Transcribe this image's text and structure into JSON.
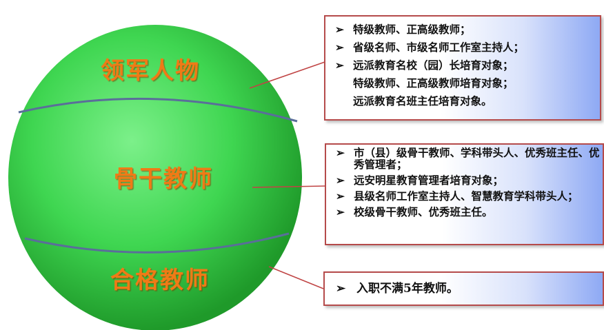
{
  "tiers": [
    {
      "label": "领军人物",
      "items": [
        {
          "text": "特级教师、正高级教师；",
          "bullet": true
        },
        {
          "text": "省级名师、市级名师工作室主持人；",
          "bullet": true
        },
        {
          "text": "远派教育名校（园）长培育对象；",
          "bullet": true
        },
        {
          "text": "特级教师、正高级教师培育对象；",
          "bullet": false
        },
        {
          "text": "远派教育名班主任培育对象。",
          "bullet": false
        }
      ]
    },
    {
      "label": "骨干教师",
      "items": [
        {
          "text": "市（县）级骨干教师、学科带头人、优秀班主任、优秀管理者；",
          "bullet": true
        },
        {
          "text": "远安明星教育管理者培育对象；",
          "bullet": true
        },
        {
          "text": "县级名师工作室主持人、智慧教育学科带头人；",
          "bullet": true
        },
        {
          "text": "校级骨干教师、优秀班主任。",
          "bullet": true
        }
      ]
    },
    {
      "label": "合格教师",
      "items": [
        {
          "text": "入职不满5年教师。",
          "bullet": true
        }
      ]
    }
  ],
  "bullet_glyph": "➢",
  "colors": {
    "sphere_light": "#7cf08a",
    "sphere_mid": "#3fd651",
    "sphere_dark": "#1f9a2a",
    "tier_label": "#f07a16",
    "divider": "#5a6e9a",
    "connector": "#c04545",
    "box_border": "#b54a4a",
    "box_gradient_end": "#8ea9f4"
  }
}
